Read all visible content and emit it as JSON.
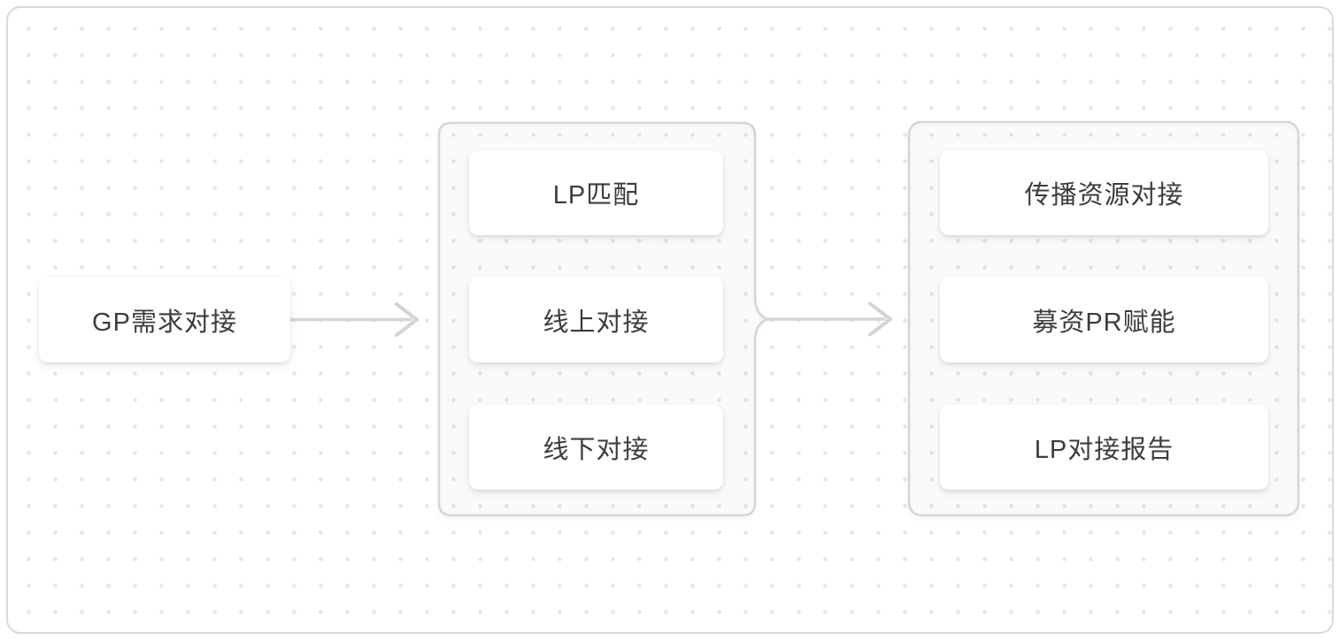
{
  "diagram": {
    "start_node": {
      "label": "GP需求对接"
    },
    "middle_group": {
      "items": [
        {
          "label": "LP匹配"
        },
        {
          "label": "线上对接"
        },
        {
          "label": "线下对接"
        }
      ]
    },
    "right_group": {
      "items": [
        {
          "label": "传播资源对接"
        },
        {
          "label": "募资PR赋能"
        },
        {
          "label": "LP对接报告"
        }
      ]
    },
    "edges": [
      {
        "from": "GP需求对接",
        "to": "middle-group"
      },
      {
        "from": "middle-group",
        "to": "right-group"
      }
    ],
    "colors": {
      "node_text": "#3c3c3c",
      "node_background": "#ffffff",
      "group_border": "#d5d5d5",
      "edge": "#d4d4d4",
      "canvas_border": "#d9d9d9",
      "dot": "#e7e7e7"
    }
  }
}
